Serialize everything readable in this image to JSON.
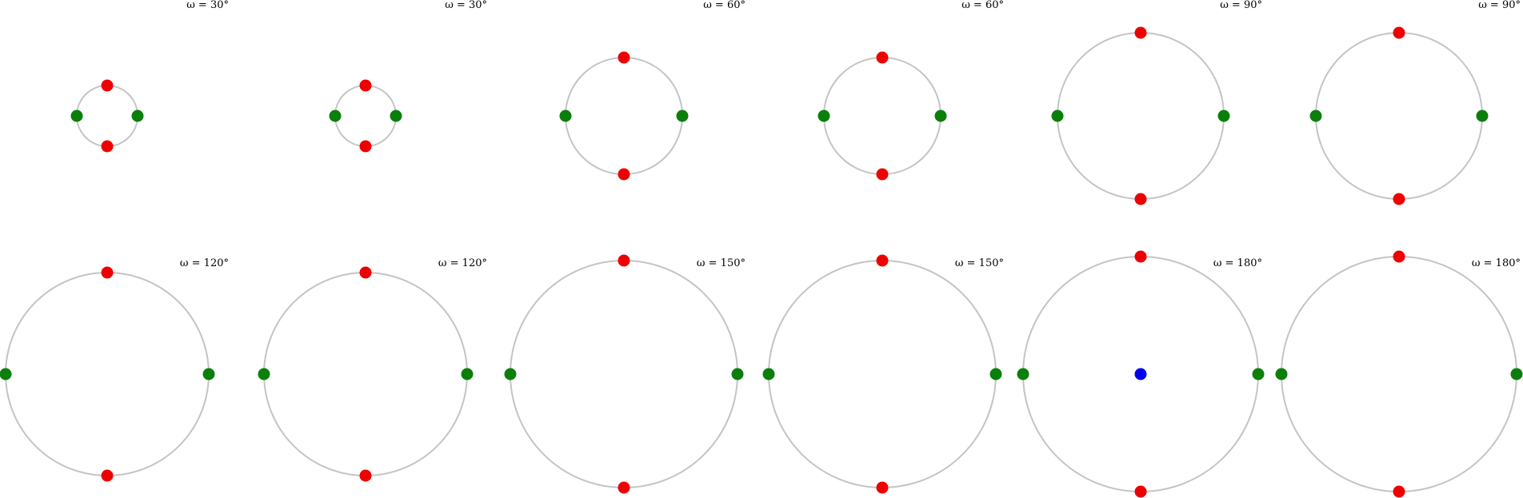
{
  "colors": {
    "ring": "#c4c4c4",
    "red": "#ee0000",
    "green": "#0a7f0a",
    "blue": "#0000ee"
  },
  "panels": [
    {
      "title": "ω = 30°",
      "center_point": false
    },
    {
      "title": "ω = 30°",
      "center_point": false
    },
    {
      "title": "ω = 60°",
      "center_point": false
    },
    {
      "title": "ω = 60°",
      "center_point": false
    },
    {
      "title": "ω = 90°",
      "center_point": false
    },
    {
      "title": "ω = 90°",
      "center_point": false
    },
    {
      "title": "ω = 120°",
      "center_point": false
    },
    {
      "title": "ω = 120°",
      "center_point": false
    },
    {
      "title": "ω = 150°",
      "center_point": false
    },
    {
      "title": "ω = 150°",
      "center_point": false
    },
    {
      "title": "ω = 180°",
      "center_point": true
    },
    {
      "title": "ω = 180°",
      "center_point": false
    }
  ]
}
